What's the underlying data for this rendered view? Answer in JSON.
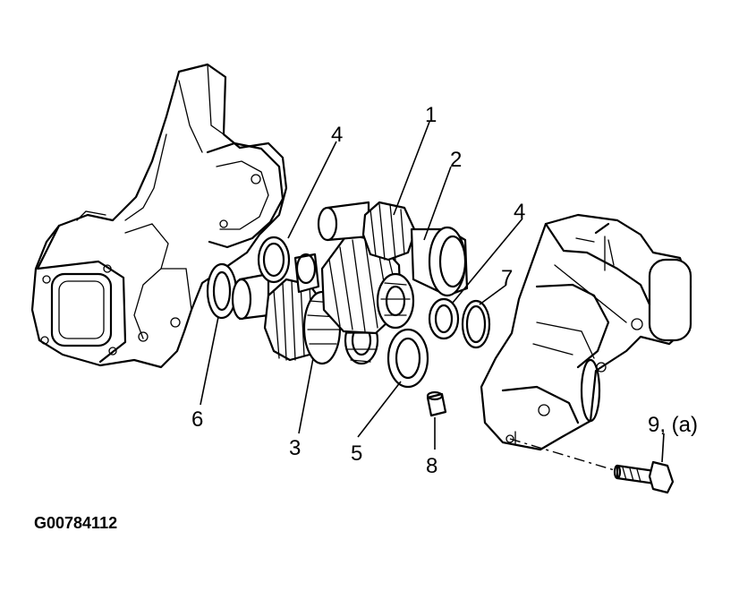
{
  "figure": {
    "id": "G00784112",
    "callouts": [
      {
        "key": "c1",
        "text": "1"
      },
      {
        "key": "c2",
        "text": "2"
      },
      {
        "key": "c3",
        "text": "3"
      },
      {
        "key": "c4a",
        "text": "4"
      },
      {
        "key": "c4b",
        "text": "4"
      },
      {
        "key": "c5",
        "text": "5"
      },
      {
        "key": "c6",
        "text": "6"
      },
      {
        "key": "c7",
        "text": "7"
      },
      {
        "key": "c8",
        "text": "8"
      },
      {
        "key": "c9",
        "text": "9, (a)"
      }
    ]
  }
}
